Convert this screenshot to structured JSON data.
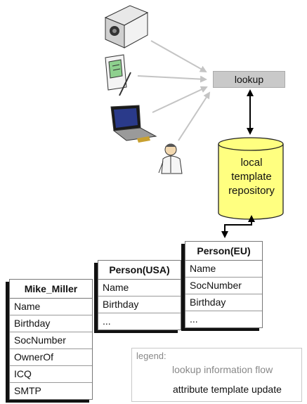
{
  "lookup": {
    "label": "lookup"
  },
  "repository": {
    "line1": "local",
    "line2": "template",
    "line3": "repository"
  },
  "tables": {
    "person_eu": {
      "title": "Person(EU)",
      "rows": [
        "Name",
        "SocNumber",
        "Birthday",
        "..."
      ]
    },
    "person_usa": {
      "title": "Person(USA)",
      "rows": [
        "Name",
        "Birthday",
        "..."
      ]
    },
    "mike_miller": {
      "title": "Mike_Miller",
      "rows": [
        "Name",
        "Birthday",
        "SocNumber",
        "OwnerOf",
        "ICQ",
        "SMTP"
      ]
    }
  },
  "legend": {
    "title": "legend:",
    "lookup_flow": "lookup information flow",
    "template_update": "attribute template update"
  },
  "colors": {
    "grey_arrow": "#c4c4c4",
    "cylinder_fill": "#ffff80",
    "lookup_fill": "#c9c9c9"
  },
  "icons": [
    "projector-icon",
    "pda-icon",
    "laptop-icon",
    "person-icon"
  ]
}
